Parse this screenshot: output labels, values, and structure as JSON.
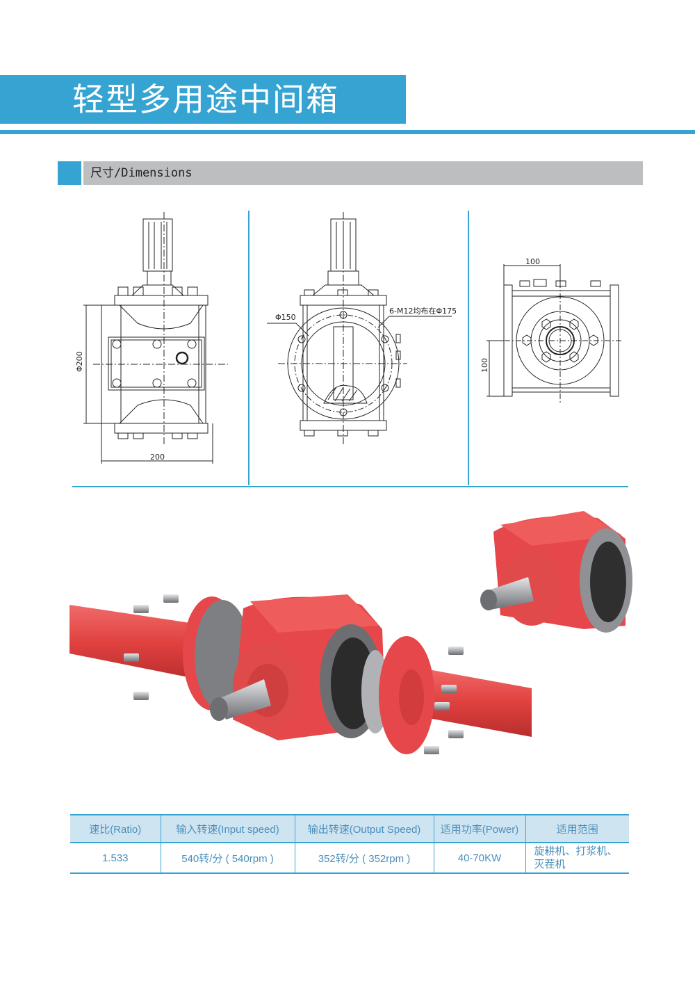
{
  "header": {
    "title": "轻型多用途中间箱",
    "accent_color": "#36a4d2"
  },
  "section": {
    "label": "尺寸/Dimensions",
    "bar_color": "#bcbec0"
  },
  "drawings": {
    "front_view": {
      "dim_height": "Φ200",
      "dim_width": "200"
    },
    "side_view": {
      "dim_bore": "Φ150",
      "dim_bolts": "6-M12均布在Φ175"
    },
    "end_view": {
      "dim_horizontal": "100",
      "dim_vertical": "100"
    }
  },
  "render": {
    "body_color": "#e5474a",
    "flange_color": "#7d7f82",
    "description": "red gearbox exploded with shafts and bolts"
  },
  "specs": {
    "headers": [
      "速比(Ratio)",
      "输入转速(Input speed)",
      "输出转速(Output Speed)",
      "适用功率(Power)",
      "适用范围"
    ],
    "rows": [
      {
        "ratio": "1.533",
        "input": "540转/分 ( 540rpm )",
        "output": "352转/分 ( 352rpm )",
        "power": "40-70KW",
        "application_line1": "旋耕机、打浆机、",
        "application_line2": "灭茬机"
      }
    ]
  }
}
